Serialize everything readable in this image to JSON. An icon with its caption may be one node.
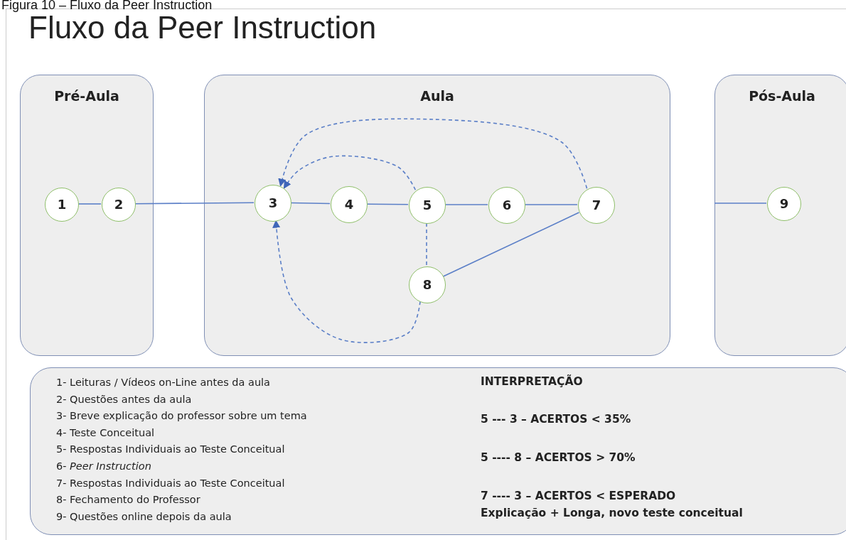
{
  "diagram": {
    "title": "Fluxo da Peer Instruction",
    "caption": "Figura 10 – Fluxo da Peer Instruction",
    "nodes": [
      {
        "text": [
          "Pré-Aula"
        ]
      },
      {
        "text": [
          "Aula"
        ]
      },
      {
        "text": [
          "Pós-Aula"
        ]
      },
      {
        "text": [
          "1"
        ],
        "in": 0
      },
      {
        "text": [
          "2"
        ],
        "in": 0
      },
      {
        "text": [
          "3"
        ],
        "in": 1
      },
      {
        "text": [
          "4"
        ],
        "in": 1
      },
      {
        "text": [
          "5"
        ],
        "in": 1
      },
      {
        "text": [
          "6"
        ],
        "in": 1
      },
      {
        "text": [
          "7"
        ],
        "in": 1
      },
      {
        "text": [
          "8"
        ],
        "in": 1
      },
      {
        "text": [
          "9"
        ],
        "in": 2
      },
      {
        "text": [
          "1- Leituras / Vídeos on-Line antes da aula",
          "2- Questões antes da aula",
          "3- Breve explicação do professor sobre um tema",
          "4- Teste Conceitual",
          "5- Respostas Individuais ao Teste Conceitual",
          "6- *Peer Instruction*",
          "7- Respostas Individuais ao Teste Conceitual",
          "8- Fechamento do Professor",
          "9- Questões online depois da aula",
          "INTERPRETAÇÃO",
          "5 --- 3 – ACERTOS < 35%",
          "5 ---- 8 – ACERTOS > 70%",
          "7 ---- 3 – ACERTOS < ESPERADO",
          "Explicação + Longa, novo teste conceitual"
        ]
      }
    ],
    "edges": [
      {
        "from": 3,
        "to": 4,
        "arrow": "none"
      },
      {
        "from": 4,
        "to": 5,
        "arrow": "none"
      },
      {
        "from": 5,
        "to": 6,
        "arrow": "none"
      },
      {
        "from": 6,
        "to": 7,
        "arrow": "none"
      },
      {
        "from": 7,
        "to": 8,
        "arrow": "none"
      },
      {
        "from": 8,
        "to": 9,
        "arrow": "none"
      },
      {
        "from": 7,
        "to": 10,
        "arrow": "none",
        "style": "dashed"
      },
      {
        "from": 10,
        "to": 9,
        "arrow": "none"
      },
      {
        "from": 7,
        "to": 5,
        "arrow": "to",
        "style": "dashed"
      },
      {
        "from": 9,
        "to": 5,
        "arrow": "to",
        "style": "dashed"
      },
      {
        "from": 10,
        "to": 5,
        "arrow": "to",
        "style": "dashed"
      },
      {
        "from": 2,
        "to": 11,
        "arrow": "none"
      }
    ]
  }
}
